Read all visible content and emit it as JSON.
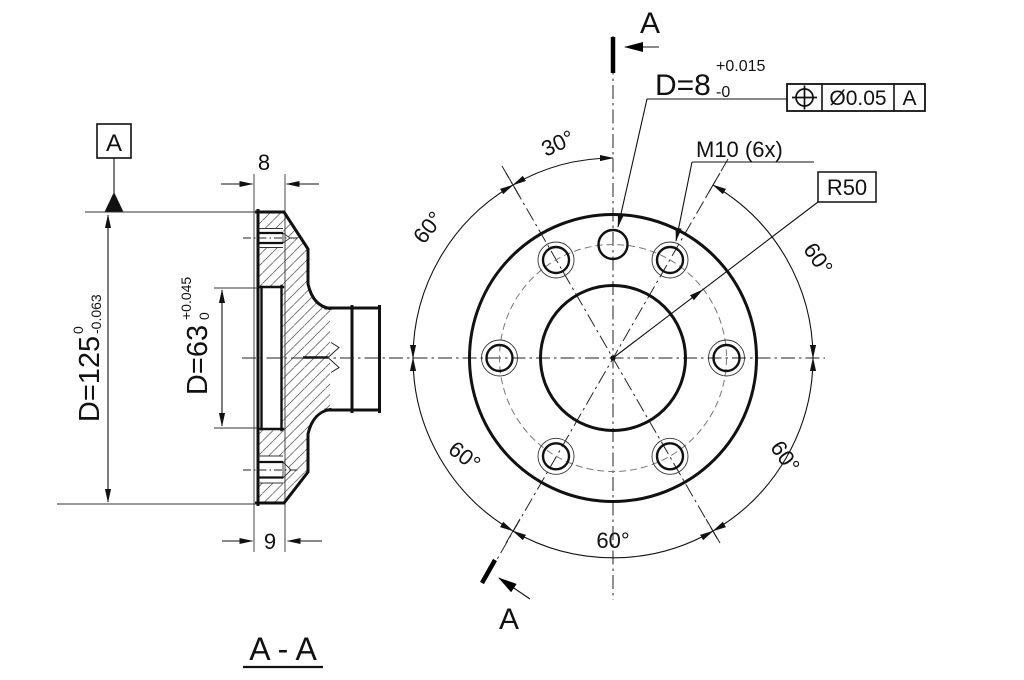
{
  "drawing": {
    "section_view": {
      "title": "A - A",
      "datum_label": "A",
      "dim_top_thickness": "8",
      "dim_bottom_thickness": "9",
      "dim_outer_diameter": {
        "text": "D=125",
        "tol_upper": "0",
        "tol_lower": "-0.063"
      },
      "dim_bore_diameter": {
        "text": "D=63",
        "tol_upper": "+0.045",
        "tol_lower": "0"
      }
    },
    "front_view": {
      "cutting_plane_label_top": "A",
      "cutting_plane_label_bottom": "A",
      "pin_hole_callout": {
        "text": "D=8",
        "tol_upper": "+0.015",
        "tol_lower": "-0"
      },
      "feature_control_frame": {
        "symbol": "position-tolerance",
        "tolerance": "Ø0.05",
        "datum": "A"
      },
      "thread_callout": "M10 (6x)",
      "radius_callout": "R50",
      "angles": {
        "top_30": "30°",
        "upper_left_60": "60°",
        "lower_left_60": "60°",
        "bottom_60": "60°",
        "lower_right_60": "60°",
        "upper_right_60": "60°"
      }
    },
    "colors": {
      "line": "#111111",
      "background": "#ffffff",
      "hatch": "#666666"
    }
  }
}
